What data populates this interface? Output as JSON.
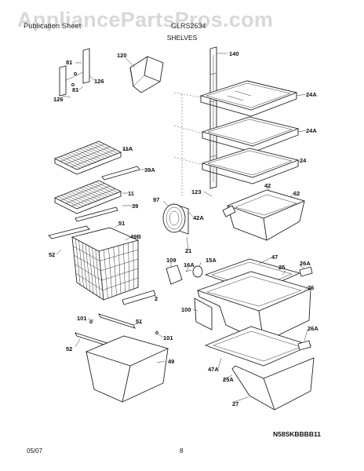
{
  "header": {
    "left_text": "Publication Sheet",
    "model": "GLRS2634",
    "section_title": "SHELVES",
    "watermark": "AppliancePartsPros.com"
  },
  "callouts": [
    {
      "id": "c140",
      "text": "140"
    },
    {
      "id": "c120",
      "text": "120"
    },
    {
      "id": "c81a",
      "text": "81"
    },
    {
      "id": "c81b",
      "text": "81"
    },
    {
      "id": "c126a",
      "text": "126"
    },
    {
      "id": "c126b",
      "text": "126"
    },
    {
      "id": "c24a1",
      "text": "24A"
    },
    {
      "id": "c24a2",
      "text": "24A"
    },
    {
      "id": "c24",
      "text": "24"
    },
    {
      "id": "c11a",
      "text": "11A"
    },
    {
      "id": "c39a",
      "text": "39A"
    },
    {
      "id": "c11",
      "text": "11"
    },
    {
      "id": "c39",
      "text": "39"
    },
    {
      "id": "c123",
      "text": "123"
    },
    {
      "id": "c42",
      "text": "42"
    },
    {
      "id": "c62",
      "text": "62"
    },
    {
      "id": "c97",
      "text": "97"
    },
    {
      "id": "c42a",
      "text": "42A"
    },
    {
      "id": "c51a",
      "text": "51"
    },
    {
      "id": "c49b",
      "text": "49B"
    },
    {
      "id": "c52a",
      "text": "52"
    },
    {
      "id": "c21",
      "text": "21"
    },
    {
      "id": "c47",
      "text": "47"
    },
    {
      "id": "c109",
      "text": "109"
    },
    {
      "id": "c16a",
      "text": "16A"
    },
    {
      "id": "c15a",
      "text": "15A"
    },
    {
      "id": "c25",
      "text": "25"
    },
    {
      "id": "c26a1",
      "text": "26A"
    },
    {
      "id": "c26",
      "text": "26"
    },
    {
      "id": "c2",
      "text": "2"
    },
    {
      "id": "c100",
      "text": "100"
    },
    {
      "id": "c101a",
      "text": "101"
    },
    {
      "id": "c51b",
      "text": "51"
    },
    {
      "id": "c101b",
      "text": "101"
    },
    {
      "id": "c52b",
      "text": "52"
    },
    {
      "id": "c49",
      "text": "49"
    },
    {
      "id": "c26a2",
      "text": "26A"
    },
    {
      "id": "c47a",
      "text": "47A"
    },
    {
      "id": "c25a",
      "text": "25A"
    },
    {
      "id": "c27",
      "text": "27"
    }
  ],
  "figure_code": "N58SKBBBB11",
  "footer": {
    "date": "05/07",
    "page": "8"
  }
}
